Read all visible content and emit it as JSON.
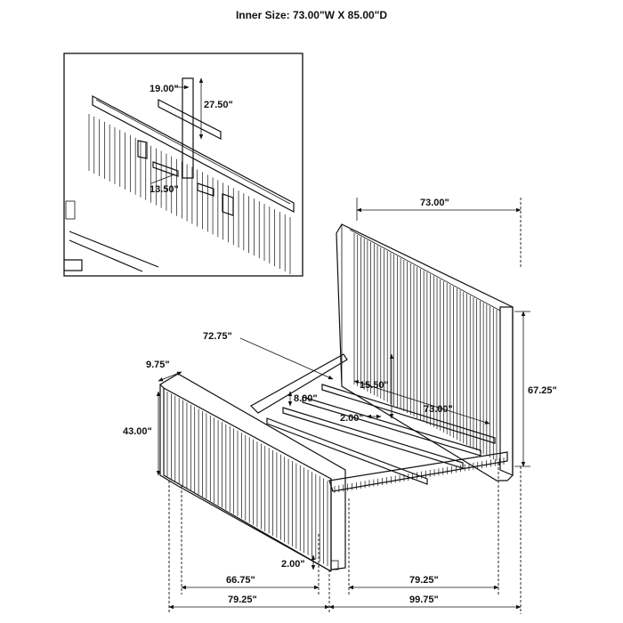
{
  "title": "Inner Size: 73.00\"W X 85.00\"D",
  "inset": {
    "dim_width": "19.00\"",
    "dim_height": "27.50\"",
    "dim_bracket": "13.50\""
  },
  "dims": {
    "headboard_width": "73.00\"",
    "side_rail_length": "72.75\"",
    "footboard_depth": "9.75\"",
    "footboard_height": "43.00\"",
    "headboard_height": "67.25\"",
    "headboard_clearance": "15.50\"",
    "slat_height": "8.00\"",
    "slat_width": "2.00\"",
    "inner_width": "73.00\"",
    "leg_height": "2.00\"",
    "inner_footboard": "66.75\"",
    "footboard_width": "79.25\"",
    "side_width": "79.25\"",
    "overall_length": "99.75\""
  }
}
